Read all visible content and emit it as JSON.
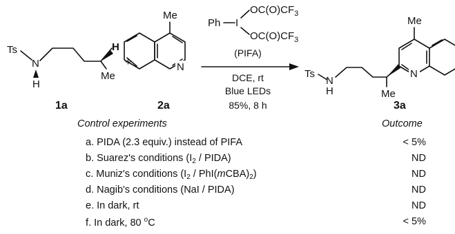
{
  "scheme": {
    "reactant_1": {
      "label": "1a",
      "atom_ts": "Ts",
      "atom_n": "N",
      "atom_nh": "H",
      "atom_h": "H",
      "atom_me": "Me"
    },
    "plus": "+",
    "reactant_2": {
      "label": "2a",
      "atom_me": "Me",
      "atom_n": "N"
    },
    "reagent": {
      "atom_ph": "Ph",
      "atom_i": "I",
      "group_top": "OC(O)CF",
      "group_top_sub": "3",
      "group_bottom": "OC(O)CF",
      "group_bottom_sub": "3",
      "name": "(PIFA)"
    },
    "conditions": [
      "DCE, rt",
      "Blue LEDs",
      "85%, 8 h"
    ],
    "product": {
      "label": "3a",
      "atom_ts": "Ts",
      "atom_n": "N",
      "atom_h": "H",
      "atom_me": "Me",
      "atom_me_ring": "Me",
      "atom_n_ring": "N"
    }
  },
  "table": {
    "header_experiments": "Control experiments",
    "header_outcome": "Outcome",
    "rows": [
      {
        "text_html": "a.  PIDA (2.3 equiv.) instead of PIFA",
        "outcome": "< 5%"
      },
      {
        "text_html": "b.  Suarez's conditions (I<sub>2</sub> / PIDA)",
        "outcome": "ND"
      },
      {
        "text_html": "c.  Muniz's conditions (I<sub>2</sub> / PhI(<i>m</i>CBA)<sub>2</sub>)",
        "outcome": "ND"
      },
      {
        "text_html": "d.  Nagib's conditions (NaI / PIDA)",
        "outcome": "ND"
      },
      {
        "text_html": "e.  In dark, rt",
        "outcome": "ND"
      },
      {
        "text_html": "f.  In dark, 80 <sup>o</sup>C",
        "outcome": "< 5%"
      }
    ]
  }
}
